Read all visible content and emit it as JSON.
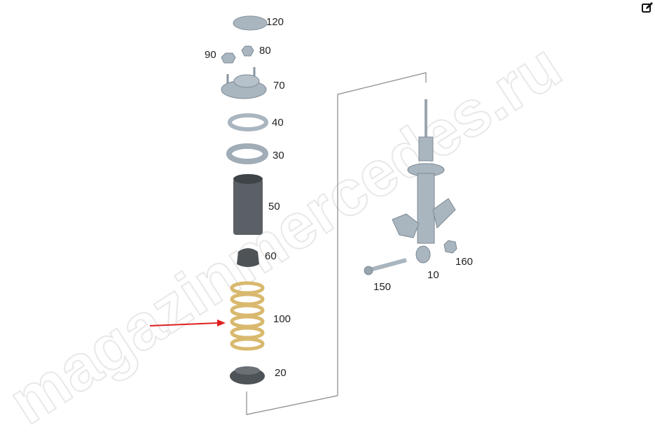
{
  "watermark": "magazinmercedes.ru",
  "colors": {
    "part": "#a9b5bf",
    "part_dark": "#7d8a95",
    "spring": "#d9b96e",
    "arrow": "#e02020",
    "rubber": "#4e5358"
  },
  "labels": {
    "p120": "120",
    "p90": "90",
    "p80": "80",
    "p70": "70",
    "p40": "40",
    "p30": "30",
    "p50": "50",
    "p60": "60",
    "p100": "100",
    "p20": "20",
    "p10": "10",
    "p150": "150",
    "p160": "160"
  },
  "toolbar": {
    "edit_icon": "edit-icon"
  }
}
